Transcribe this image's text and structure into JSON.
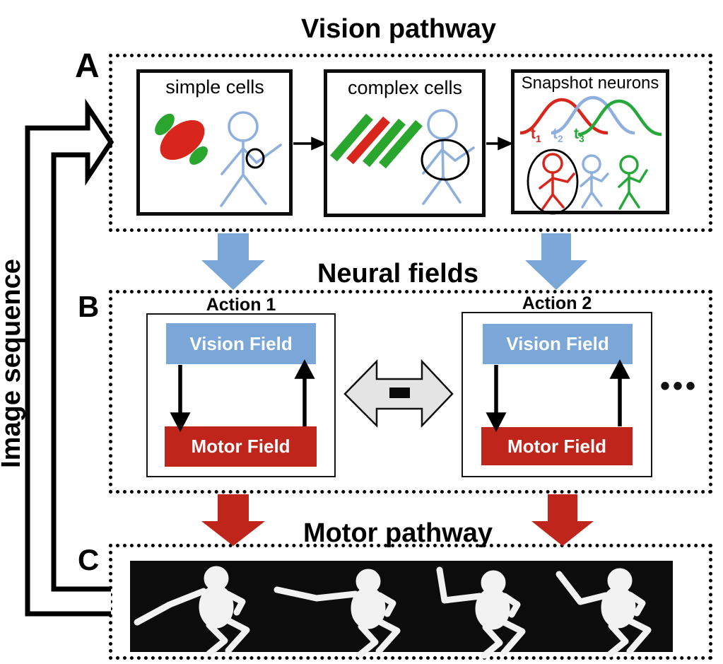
{
  "figure": {
    "titles": {
      "vision_pathway": "Vision pathway",
      "neural_fields": "Neural fields",
      "motor_pathway": "Motor pathway"
    },
    "panel_labels": {
      "a": "A",
      "b": "B",
      "c": "C"
    },
    "side_label": "Image sequence",
    "panel_a": {
      "boxes": [
        {
          "label": "simple cells"
        },
        {
          "label": "complex cells"
        },
        {
          "label": "Snapshot neurons"
        }
      ],
      "time_labels": [
        {
          "base": "t",
          "sub": "1"
        },
        {
          "base": "t",
          "sub": "2"
        },
        {
          "base": "t",
          "sub": "3"
        }
      ]
    },
    "panel_b": {
      "actions": [
        {
          "title": "Action 1",
          "vision_field": "Vision Field",
          "motor_field": "Motor Field"
        },
        {
          "title": "Action 2",
          "vision_field": "Vision Field",
          "motor_field": "Motor Field"
        }
      ]
    },
    "icons": {
      "minus": "−",
      "ellipsis": "•••"
    },
    "colors": {
      "flow_blue": "#7aa6d8",
      "flow_red": "#c0251c",
      "field_blue": "#7aa6d8",
      "field_red": "#c0251c",
      "stick_blue": "#8fb0dd",
      "shape_green": "#2aa62f",
      "shape_red": "#d8261c",
      "curve_blue": "#8fb0dd",
      "gray_arrow": "#e4e4e4",
      "strip_black": "#0c0c0c"
    }
  }
}
